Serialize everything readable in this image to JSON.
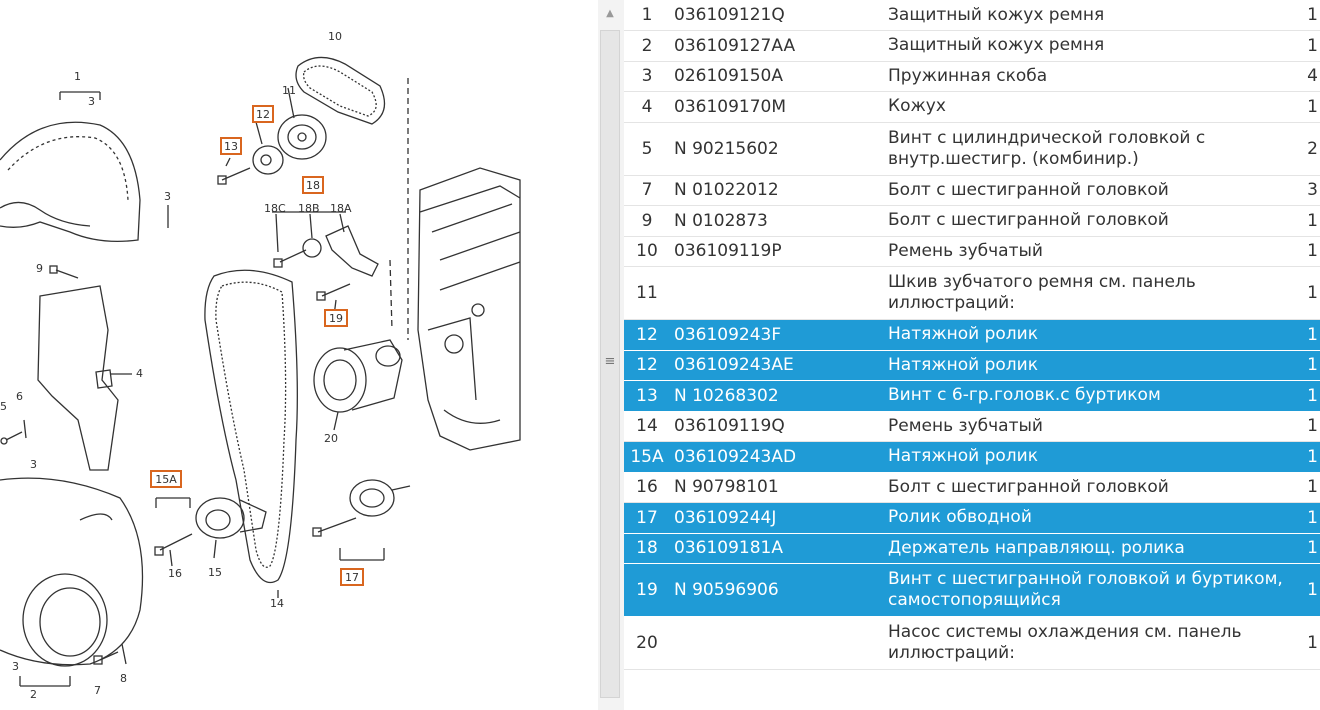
{
  "diagram": {
    "callouts": [
      "12",
      "13",
      "18",
      "19",
      "15A",
      "17"
    ],
    "labels": [
      "1",
      "3",
      "3",
      "9",
      "4",
      "5",
      "6",
      "3",
      "3",
      "2",
      "7",
      "8",
      "10",
      "11",
      "18C",
      "18B",
      "18A",
      "20",
      "14",
      "16",
      "15"
    ]
  },
  "parts": {
    "rows": [
      {
        "num": "1",
        "code": "036109121Q",
        "desc": "Защитный кожух ремня",
        "qty": "1",
        "selected": false
      },
      {
        "num": "2",
        "code": "036109127AA",
        "desc": "Защитный кожух ремня",
        "qty": "1",
        "selected": false
      },
      {
        "num": "3",
        "code": "026109150A",
        "desc": "Пружинная скоба",
        "qty": "4",
        "selected": false
      },
      {
        "num": "4",
        "code": "036109170M",
        "desc": "Кожух",
        "qty": "1",
        "selected": false
      },
      {
        "num": "5",
        "code": "N 90215602",
        "desc": "Винт с цилиндрической головкой с внутр.шестигр. (комбинир.)",
        "qty": "2",
        "selected": false
      },
      {
        "num": "7",
        "code": "N 01022012",
        "desc": "Болт с шестигранной головкой",
        "qty": "3",
        "selected": false
      },
      {
        "num": "9",
        "code": "N 0102873",
        "desc": "Болт с шестигранной головкой",
        "qty": "1",
        "selected": false
      },
      {
        "num": "10",
        "code": "036109119P",
        "desc": "Ремень зубчатый",
        "qty": "1",
        "selected": false
      },
      {
        "num": "11",
        "code": "",
        "desc": "Шкив зубчатого ремня см. панель иллюстраций:",
        "qty": "1",
        "selected": false
      },
      {
        "num": "12",
        "code": "036109243F",
        "desc": "Натяжной ролик",
        "qty": "1",
        "selected": true
      },
      {
        "num": "12",
        "code": "036109243AE",
        "desc": "Натяжной ролик",
        "qty": "1",
        "selected": true
      },
      {
        "num": "13",
        "code": "N 10268302",
        "desc": "Винт с 6-гр.головк.с буртиком",
        "qty": "1",
        "selected": true
      },
      {
        "num": "14",
        "code": "036109119Q",
        "desc": "Ремень зубчатый",
        "qty": "1",
        "selected": false
      },
      {
        "num": "15A",
        "code": "036109243AD",
        "desc": "Натяжной ролик",
        "qty": "1",
        "selected": true
      },
      {
        "num": "16",
        "code": "N 90798101",
        "desc": "Болт с шестигранной головкой",
        "qty": "1",
        "selected": false
      },
      {
        "num": "17",
        "code": "036109244J",
        "desc": "Ролик обводной",
        "qty": "1",
        "selected": true
      },
      {
        "num": "18",
        "code": "036109181A",
        "desc": "Держатель направляющ. ролика",
        "qty": "1",
        "selected": true
      },
      {
        "num": "19",
        "code": "N 90596906",
        "desc": "Винт с шестигранной головкой и буртиком, самостопорящийся",
        "qty": "1",
        "selected": true
      },
      {
        "num": "20",
        "code": "",
        "desc": "Насос системы охлаждения см. панель иллюстраций:",
        "qty": "1",
        "selected": false
      }
    ]
  }
}
